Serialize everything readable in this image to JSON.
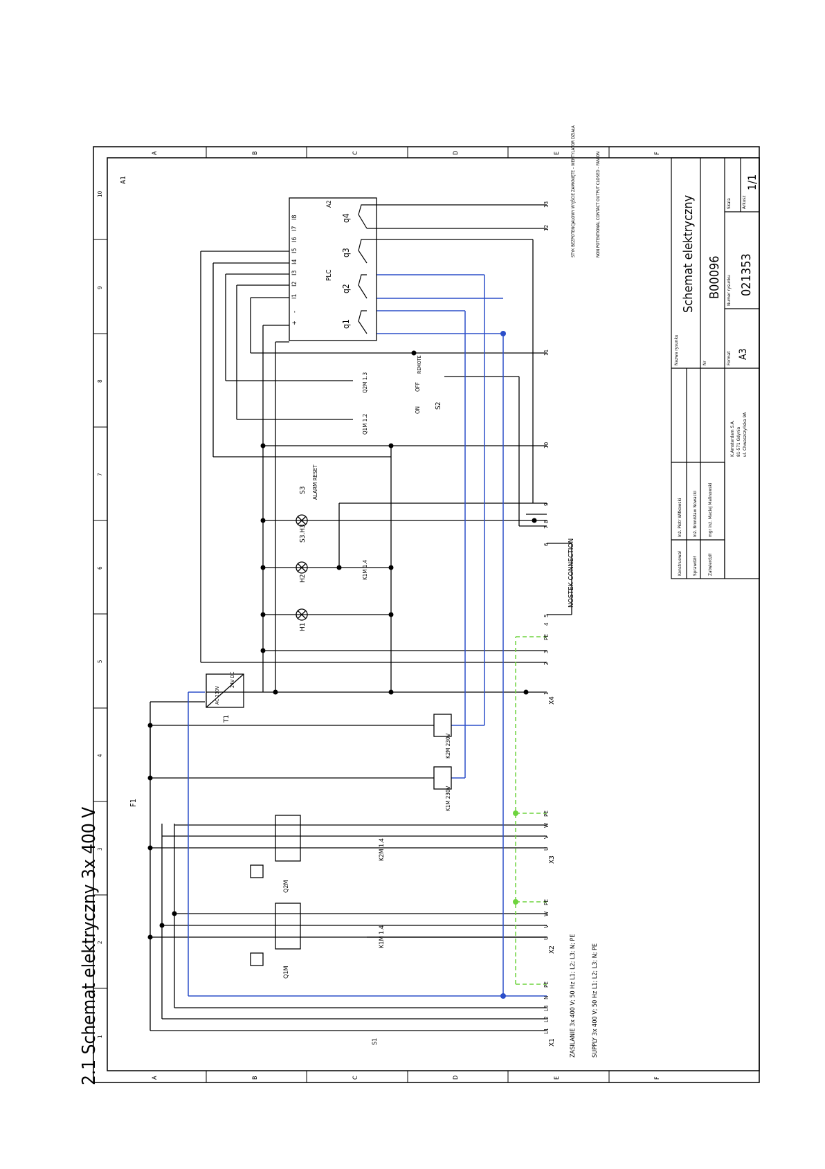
{
  "page_title": "2.1 Schemat elektryczny 3x 400 V",
  "sheet_label": "A1",
  "columns": [
    "A",
    "B",
    "C",
    "D",
    "E",
    "F"
  ],
  "rows": [
    "1",
    "2",
    "3",
    "4",
    "5",
    "6",
    "7",
    "8",
    "9",
    "10"
  ],
  "colors": {
    "line": "#000000",
    "neutral": "#2b4ec9",
    "earth": "#6ed43e"
  },
  "title_block": {
    "title": "Schemat elektryczny",
    "drawing_no": "B00096",
    "doc_no": "021353",
    "format": "A3",
    "sheet": "1/1",
    "labels": {
      "name": "Nazwa rysunku",
      "nr": "Nr",
      "format": "Format",
      "doc": "Numer rysunku",
      "sheet_count": "Skala",
      "sheet": "Arkusz",
      "designed": "Konstruował",
      "checked": "Sprawdził",
      "approved": "Zatwierdził"
    },
    "people": {
      "designed": "Inż. Piotr Witkowski",
      "checked": "Inż. Bronisław Nowacki",
      "approved": "mgr inż. Maciej Malinowski"
    },
    "company": [
      "K.Amsterdam S.A.",
      "81-571 Gdynia",
      "ul. Chwaszczyńska 9A"
    ]
  },
  "labels": {
    "plc": "PLC",
    "plc_inputs": [
      "I1",
      "I2",
      "I3",
      "I4",
      "I5",
      "I6",
      "I7",
      "I8"
    ],
    "plc_plus": "+",
    "plc_minus": "-",
    "q1": "q1",
    "q2": "q2",
    "q3": "q3",
    "q4": "q4",
    "a2": "A2",
    "sterowanie_pl": "STYK BEZPOTENCJALOWY WYJŚCIE ZAMKNIĘTE – WENTYLATOR DZIAŁA",
    "sterowanie_en": "NON POTENTIONAL CONTACT OUTPUT CLOSED – FAN ON",
    "t1": "T1",
    "t1_ac": "AC 230V",
    "t1_dc": "24V DC",
    "nostek": "NOSTEK CONNECTION",
    "alarm": "ALARM RESET",
    "s3": "S3",
    "s2": "S2",
    "s2_on": "ON",
    "s2_off": "OFF",
    "s2_remote": "REMOTE",
    "h1": "H1",
    "h2": "H2",
    "s3h3": "S3.H3",
    "k1m_14": "K1M 1.4",
    "q1m_12": "Q1M 1.2",
    "q2m_13": "Q2M 1.3",
    "f1": "F1",
    "s1": "S1",
    "q1m": "Q1M",
    "q2m": "Q2M",
    "k1m": "K1M 1.4",
    "k2m": "K2M 1.4",
    "k1m_coil": "K1M 230V",
    "k2m_coil": "K2M 230V",
    "x1": "X1",
    "x2": "X2",
    "x3": "X3",
    "x4": "X4",
    "zasilanie_pl": "ZASILANIE 3x 400 V; 50 Hz L1; L2; L3; N; PE",
    "zasilanie_en": "SUPPLY 3x 400 V; 50 Hz L1; L2; L3; N; PE",
    "x1_terms": [
      "L1",
      "L2",
      "L3",
      "N",
      "PE"
    ],
    "motor_terms": [
      "U",
      "V",
      "W",
      "PE"
    ],
    "x4_terms": [
      "1",
      "2",
      "3",
      "PE",
      "4",
      "5",
      "6",
      "7",
      "8",
      "9",
      "10",
      "11",
      "12",
      "13"
    ]
  }
}
